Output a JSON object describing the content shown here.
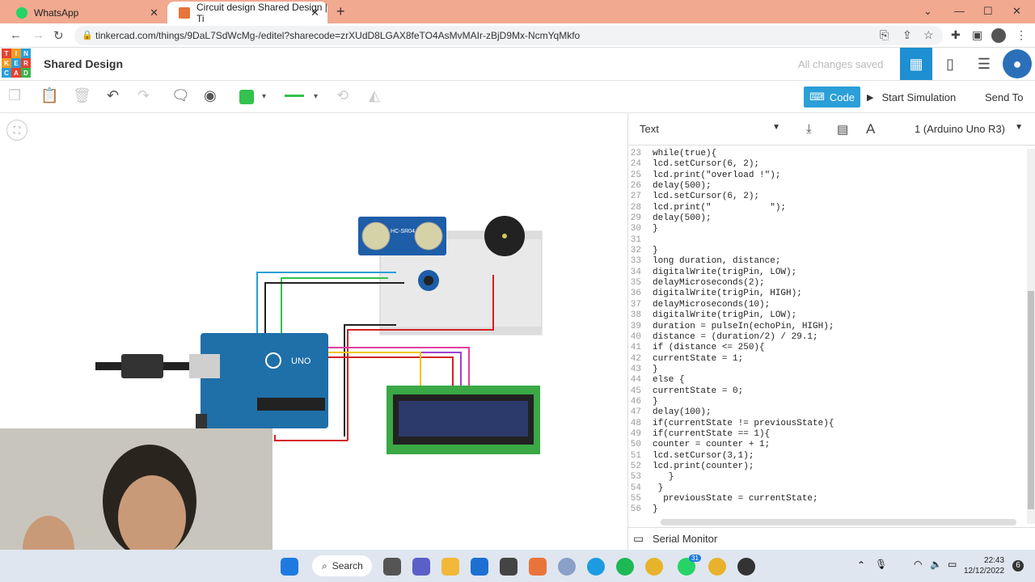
{
  "browser": {
    "tabs": [
      {
        "label": "WhatsApp"
      },
      {
        "label": "Circuit design Shared Design | Ti"
      }
    ],
    "url": "tinkercad.com/things/9DaL7SdWcMg-/editel?sharecode=zrXUdD8LGAX8feTO4AsMvMAIr-zBjD9Mx-NcmYqMkfo"
  },
  "app": {
    "logo_letters": [
      "T",
      "I",
      "N",
      "K",
      "E",
      "R",
      "C",
      "A",
      "D"
    ],
    "title": "Shared Design",
    "saved_status": "All changes saved"
  },
  "toolbar": {
    "code_label": "Code",
    "sim_label": "Start Simulation",
    "send_label": "Send To",
    "shape_color": "#33c24d"
  },
  "code_panel": {
    "mode": "Text",
    "board": "1 (Arduino Uno R3)",
    "serial_label": "Serial Monitor",
    "lines": [
      {
        "n": "23",
        "t": "while(true){"
      },
      {
        "n": "24",
        "t": "lcd.setCursor(6, 2);"
      },
      {
        "n": "25",
        "t": "lcd.print(\"overload !\");"
      },
      {
        "n": "26",
        "t": "delay(500);"
      },
      {
        "n": "27",
        "t": "lcd.setCursor(6, 2);"
      },
      {
        "n": "28",
        "t": "lcd.print(\"           \");"
      },
      {
        "n": "29",
        "t": "delay(500);"
      },
      {
        "n": "30",
        "t": "}"
      },
      {
        "n": "31",
        "t": ""
      },
      {
        "n": "32",
        "t": "}"
      },
      {
        "n": "33",
        "t": "long duration, distance;"
      },
      {
        "n": "34",
        "t": "digitalWrite(trigPin, LOW);"
      },
      {
        "n": "35",
        "t": "delayMicroseconds(2);"
      },
      {
        "n": "36",
        "t": "digitalWrite(trigPin, HIGH);"
      },
      {
        "n": "37",
        "t": "delayMicroseconds(10);"
      },
      {
        "n": "38",
        "t": "digitalWrite(trigPin, LOW);"
      },
      {
        "n": "39",
        "t": "duration = pulseIn(echoPin, HIGH);"
      },
      {
        "n": "40",
        "t": "distance = (duration/2) / 29.1;"
      },
      {
        "n": "41",
        "t": "if (distance <= 250){"
      },
      {
        "n": "42",
        "t": "currentState = 1;"
      },
      {
        "n": "43",
        "t": "}"
      },
      {
        "n": "44",
        "t": "else {"
      },
      {
        "n": "45",
        "t": "currentState = 0;"
      },
      {
        "n": "46",
        "t": "}"
      },
      {
        "n": "47",
        "t": "delay(100);"
      },
      {
        "n": "48",
        "t": "if(currentState != previousState){"
      },
      {
        "n": "49",
        "t": "if(currentState == 1){"
      },
      {
        "n": "50",
        "t": "counter = counter + 1;"
      },
      {
        "n": "51",
        "t": "lcd.setCursor(3,1);"
      },
      {
        "n": "52",
        "t": "lcd.print(counter);"
      },
      {
        "n": "53",
        "t": "   }"
      },
      {
        "n": "54",
        "t": " }"
      },
      {
        "n": "55",
        "t": "  previousState = currentState;"
      },
      {
        "n": "56",
        "t": "}"
      }
    ]
  },
  "canvas": {
    "sensor_label": "HC-SR04",
    "board_label": "UNO"
  },
  "taskbar": {
    "search_label": "Search",
    "time": "22:43",
    "date": "12/12/2022",
    "badge": "31",
    "notif": "6"
  }
}
